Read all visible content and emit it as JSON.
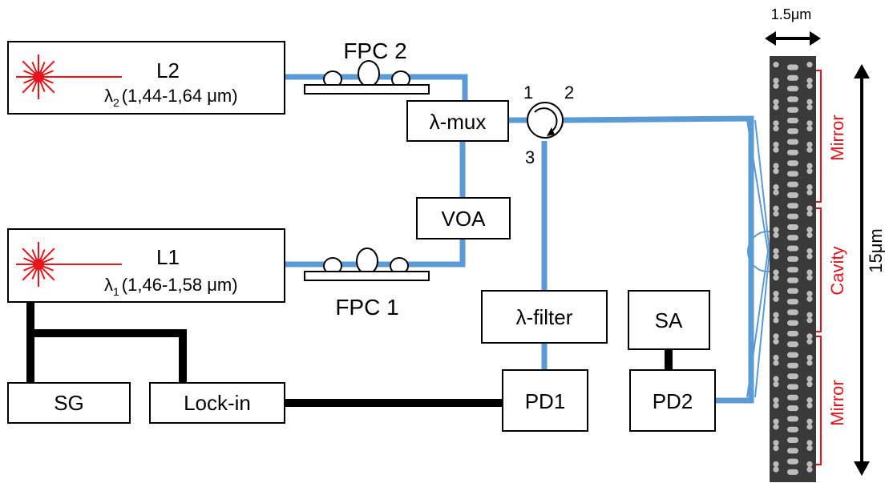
{
  "colors": {
    "fiber": "#5b9bd5",
    "electrical": "#000000",
    "accent_red": "#e8141b",
    "crystal": "#3a3a3a",
    "holes": "#bdbdbd"
  },
  "lasers": {
    "l2": {
      "name": "L2",
      "lambda": "λ",
      "sub": "2",
      "range": "(1,44-1,64 μm)"
    },
    "l1": {
      "name": "L1",
      "lambda": "λ",
      "sub": "1",
      "range": "(1,46-1,58 μm)"
    }
  },
  "fpc": {
    "fpc2": "FPC 2",
    "fpc1": "FPC 1"
  },
  "boxes": {
    "mux": "λ-mux",
    "voa": "VOA",
    "filter": "λ-filter",
    "sa": "SA",
    "pd1": "PD1",
    "pd2": "PD2",
    "sg": "SG",
    "lockin": "Lock-in"
  },
  "circulator": {
    "port1": "1",
    "port2": "2",
    "port3": "3"
  },
  "crystal": {
    "width_label": "1.5μm",
    "length_label": "15μm",
    "sections": [
      "Mirror",
      "Cavity",
      "Mirror"
    ]
  }
}
